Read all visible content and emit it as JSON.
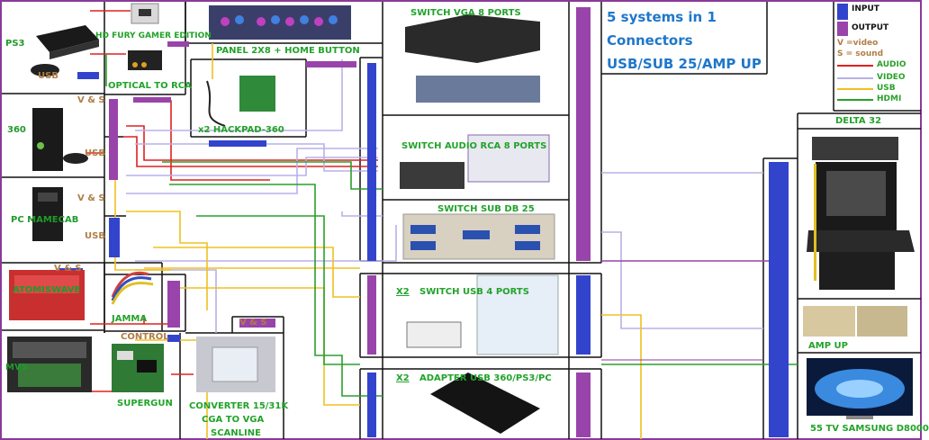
{
  "title_lines": [
    "5 systems in 1",
    "Connectors",
    "USB/SUB 25/AMP UP"
  ],
  "legend": {
    "input": "INPUT",
    "output": "OUTPUT",
    "video_abbr": "V =video",
    "sound_abbr": "S = sound",
    "lines": [
      {
        "label": "AUDIO",
        "color": "#e02020"
      },
      {
        "label": "VIDEO",
        "color": "#b8b8e8"
      },
      {
        "label": "USB",
        "color": "#f0c020"
      },
      {
        "label": "HDMI",
        "color": "#2aa02a"
      }
    ],
    "input_color": "#3344cc",
    "output_color": "#9944aa"
  },
  "systems": {
    "ps3": "PS3",
    "x360": "360",
    "pc": "PC MAMECAB",
    "atomiswave": "ATOMISWAVE",
    "mvs": "MVS"
  },
  "port_tags": {
    "usb": "USB",
    "vs": "V & S",
    "control": "CONTROL"
  },
  "devices": {
    "hd_fury": "HD FURY GAMER EDITION",
    "optical": "OPTICAL TO RCA",
    "panel": "PANEL 2X8 + HOME BUTTON",
    "hackpad": "x2 HACKPAD-360",
    "jamma": "JAMMA",
    "supergun": "SUPERGUN",
    "converter_lines": [
      "CONVERTER 15/31K",
      "CGA TO VGA",
      "SCANLINE"
    ],
    "switch_vga": "SWITCH  VGA   8 PORTS",
    "switch_audio": "SWITCH AUDIO RCA  8 PORTS",
    "switch_sub": "SWITCH  SUB  DB  25",
    "switch_usb_prefix": "X2",
    "switch_usb": "SWITCH  USB  4  PORTS",
    "adapter_prefix": "X2",
    "adapter_usb": "ADAPTER USB  360/PS3/PC",
    "delta": "DELTA 32",
    "amp": "AMP UP",
    "tv": "55 TV SAMSUNG D8000"
  }
}
